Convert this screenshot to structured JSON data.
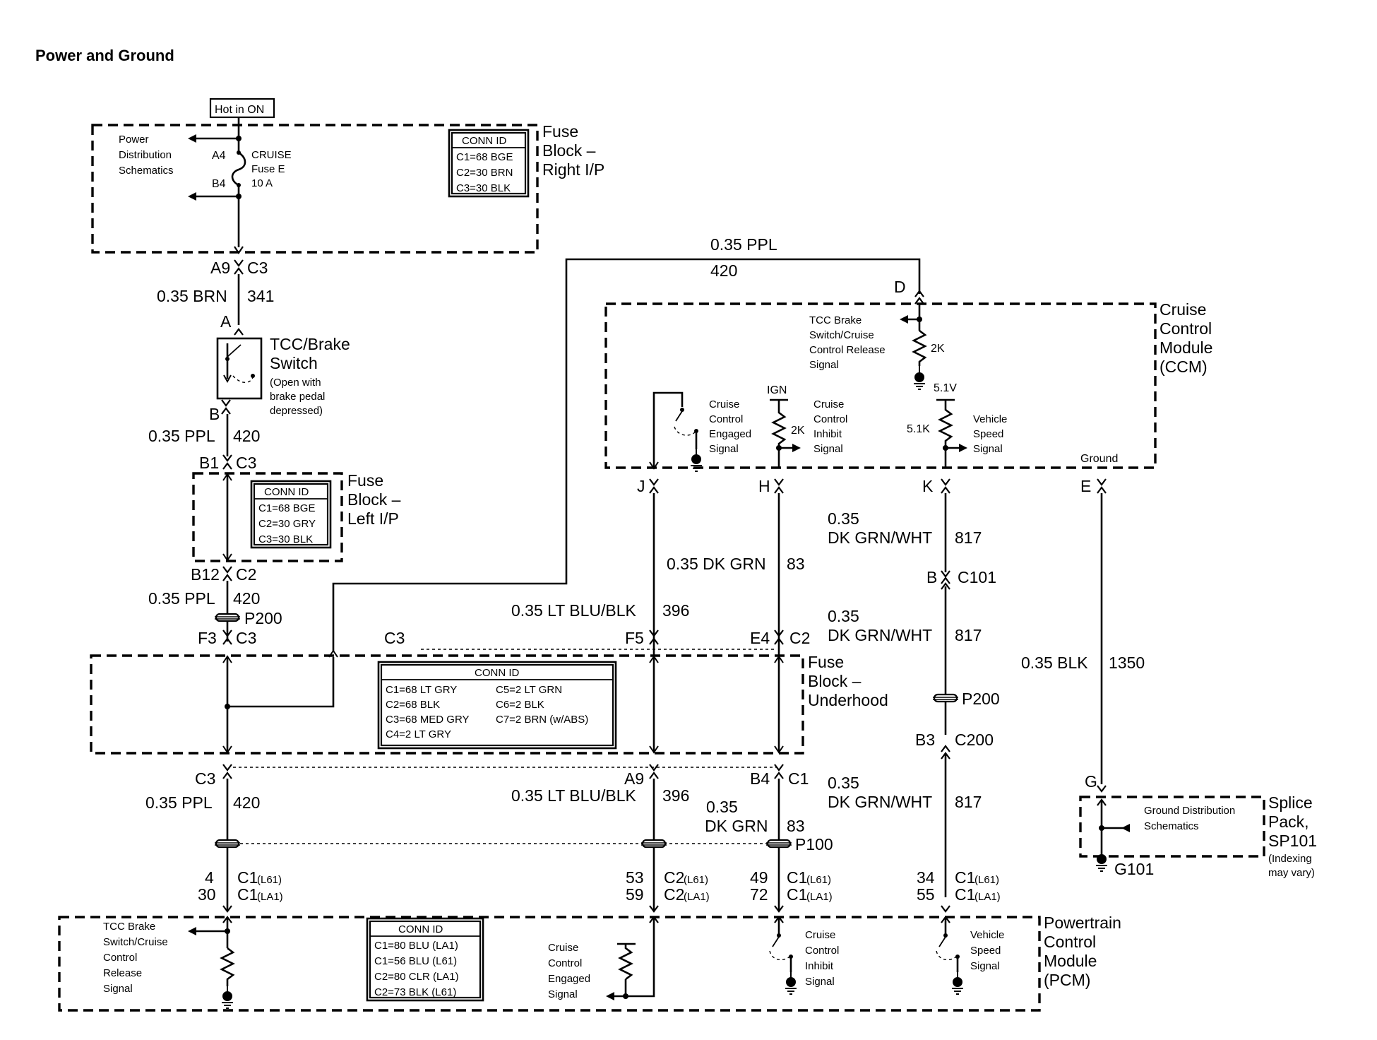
{
  "title": "Power and Ground",
  "hot_label": "Hot in ON",
  "fuse_block_right": {
    "name": [
      "Fuse",
      "Block –",
      "Right I/P"
    ],
    "power_dist": [
      "Power",
      "Distribution",
      "Schematics"
    ],
    "fuse": [
      "CRUISE",
      "Fuse E",
      "10 A"
    ],
    "pin_in": "A4",
    "pin_out": "B4",
    "conn_id": {
      "header": "CONN ID",
      "rows": [
        "C1=68 BGE",
        "C2=30 BRN",
        "C3=30 BLK"
      ]
    },
    "out_pin": "A9",
    "out_conn": "C3"
  },
  "wire_341": {
    "gauge": "0.35 BRN",
    "circuit": "341"
  },
  "tcc_switch": {
    "pin_top": "A",
    "pin_bottom": "B",
    "name": [
      "TCC/Brake",
      "Switch"
    ],
    "note": [
      "(Open with",
      "brake pedal",
      "depressed)"
    ]
  },
  "wire_420_a": {
    "gauge": "0.35 PPL",
    "circuit": "420"
  },
  "fuse_block_left": {
    "pin_in": "B1",
    "conn_in": "C3",
    "pin_out": "B12",
    "conn_out": "C2",
    "name": [
      "Fuse",
      "Block –",
      "Left I/P"
    ],
    "conn_id": {
      "header": "CONN ID",
      "rows": [
        "C1=68 BGE",
        "C2=30 GRY",
        "C3=30 BLK"
      ]
    }
  },
  "wire_420_b": {
    "gauge": "0.35 PPL",
    "circuit": "420"
  },
  "p200_a": "P200",
  "underhood_top": {
    "f3": "F3",
    "c3a": "C3",
    "c3b": "C3",
    "f5": "F5",
    "e4": "E4",
    "c2": "C2"
  },
  "fuse_block_underhood": {
    "name": [
      "Fuse",
      "Block –",
      "Underhood"
    ],
    "conn_id": {
      "header": "CONN ID",
      "col1": [
        "C1=68 LT GRY",
        "C2=68 BLK",
        "C3=68 MED GRY",
        "C4=2 LT GRY"
      ],
      "col2": [
        "C5=2 LT GRN",
        "C6=2 BLK",
        "C7=2 BRN (w/ABS)"
      ]
    }
  },
  "top_wire": {
    "gauge": "0.35 PPL",
    "circuit": "420"
  },
  "ccm": {
    "name": [
      "Cruise",
      "Control",
      "Module",
      "(CCM)"
    ],
    "pin_d": "D",
    "release_signal": [
      "TCC Brake",
      "Switch/Cruise",
      "Control Release",
      "Signal"
    ],
    "r1": "2K",
    "engaged": [
      "Cruise",
      "Control",
      "Engaged",
      "Signal"
    ],
    "ign": "IGN",
    "r2": "2K",
    "inhibit": [
      "Cruise",
      "Control",
      "Inhibit",
      "Signal"
    ],
    "v51": "5.1V",
    "r3": "5.1K",
    "vss": [
      "Vehicle",
      "Speed",
      "Signal"
    ],
    "ground": "Ground",
    "pins": [
      "J",
      "H",
      "K",
      "E"
    ]
  },
  "wire_396_a": {
    "gauge": "0.35 LT BLU/BLK",
    "circuit": "396"
  },
  "wire_83_a": {
    "gauge": "0.35 DK GRN",
    "circuit": "83"
  },
  "wire_817_a": {
    "gauge": [
      "0.35",
      "DK GRN/WHT"
    ],
    "circuit": "817"
  },
  "c101": {
    "pin": "B",
    "conn": "C101"
  },
  "wire_817_b": {
    "gauge": [
      "0.35",
      "DK GRN/WHT"
    ],
    "circuit": "817"
  },
  "p200_b": "P200",
  "c200": {
    "pin": "B3",
    "conn": "C200"
  },
  "wire_817_c": {
    "gauge": [
      "0.35",
      "DK GRN/WHT"
    ],
    "circuit": "817"
  },
  "wire_1350": {
    "gauge": "0.35 BLK",
    "circuit": "1350"
  },
  "underhood_bottom": {
    "c3": "C3",
    "a9": "A9",
    "b4": "B4",
    "c1": "C1"
  },
  "wire_420_c": {
    "gauge": "0.35 PPL",
    "circuit": "420"
  },
  "wire_396_b": {
    "gauge": "0.35 LT BLU/BLK",
    "circuit": "396"
  },
  "wire_83_b": {
    "gauge": [
      "0.35",
      "DK GRN"
    ],
    "circuit": "83"
  },
  "p100": "P100",
  "splice": {
    "pin": "G",
    "schem": [
      "Ground Distribution",
      "Schematics"
    ],
    "name": [
      "Splice",
      "Pack,",
      "SP101"
    ],
    "note": [
      "(Indexing",
      "may vary)"
    ],
    "ground": "G101"
  },
  "pcm_pins": {
    "col1": {
      "n1": "4",
      "n2": "30",
      "c1": "C1",
      "s1": "(L61)",
      "c2": "C1",
      "s2": "(LA1)"
    },
    "col2": {
      "n1": "53",
      "n2": "59",
      "c1": "C2",
      "s1": "(L61)",
      "c2": "C2",
      "s2": "(LA1)"
    },
    "col3": {
      "n1": "49",
      "n2": "72",
      "c1": "C1",
      "s1": "(L61)",
      "c2": "C1",
      "s2": "(LA1)"
    },
    "col4": {
      "n1": "34",
      "n2": "55",
      "c1": "C1",
      "s1": "(L61)",
      "c2": "C1",
      "s2": "(LA1)"
    }
  },
  "pcm": {
    "name": [
      "Powertrain",
      "Control",
      "Module",
      "(PCM)"
    ],
    "release_signal": [
      "TCC Brake",
      "Switch/Cruise",
      "Control",
      "Release",
      "Signal"
    ],
    "conn_id": {
      "header": "CONN ID",
      "rows": [
        "C1=80 BLU (LA1)",
        "C1=56 BLU (L61)",
        "C2=80 CLR (LA1)",
        "C2=73 BLK (L61)"
      ]
    },
    "engaged": [
      "Cruise",
      "Control",
      "Engaged",
      "Signal"
    ],
    "inhibit": [
      "Cruise",
      "Control",
      "Inhibit",
      "Signal"
    ],
    "vss": [
      "Vehicle",
      "Speed",
      "Signal"
    ]
  }
}
